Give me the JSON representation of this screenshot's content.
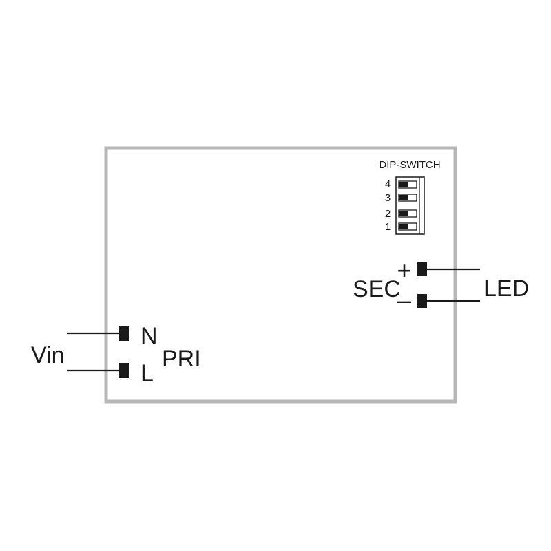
{
  "labels": {
    "dip_switch": "DIP-SWITCH",
    "switch_numbers": [
      "4",
      "3",
      "2",
      "1"
    ],
    "primary": "PRI",
    "secondary": "SEC",
    "input": "Vin",
    "output": "LED",
    "neutral": "N",
    "line": "L",
    "plus": "+",
    "minus": "–"
  },
  "colors": {
    "housing_border": "#b7b7b7",
    "ink": "#1a1a1a",
    "background": "#ffffff"
  }
}
